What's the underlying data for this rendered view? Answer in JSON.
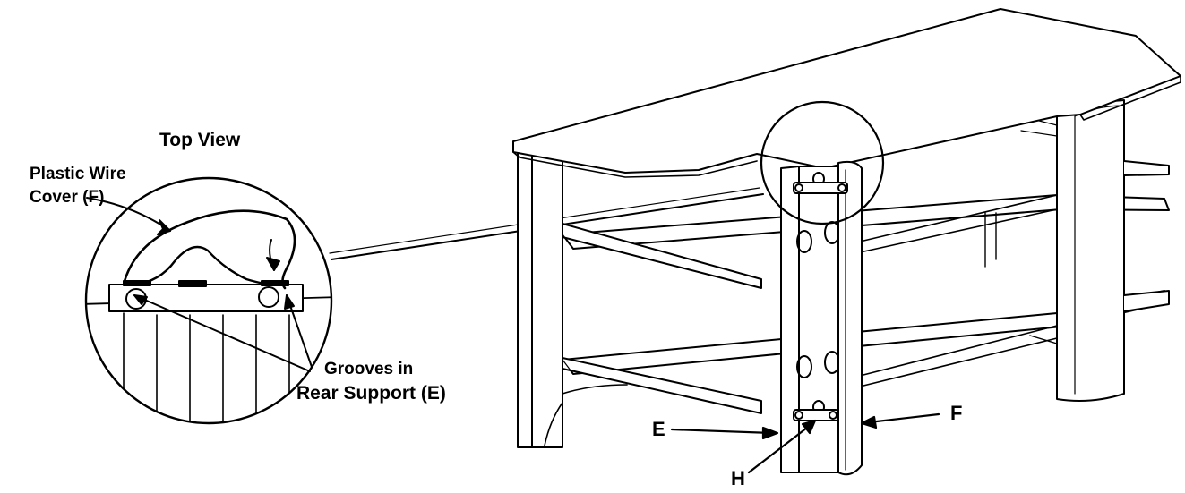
{
  "labels": {
    "top_view": "Top View",
    "plastic_wire_cover_line1": "Plastic Wire",
    "plastic_wire_cover_line2": "Cover (F)",
    "grooves_line1": "Grooves in",
    "grooves_line2": "Rear Support (E)",
    "part_e": "E",
    "part_f": "F",
    "part_h": "H"
  },
  "colors": {
    "line": "#000000",
    "fill": "#ffffff",
    "shade": "#e6e6e6"
  }
}
